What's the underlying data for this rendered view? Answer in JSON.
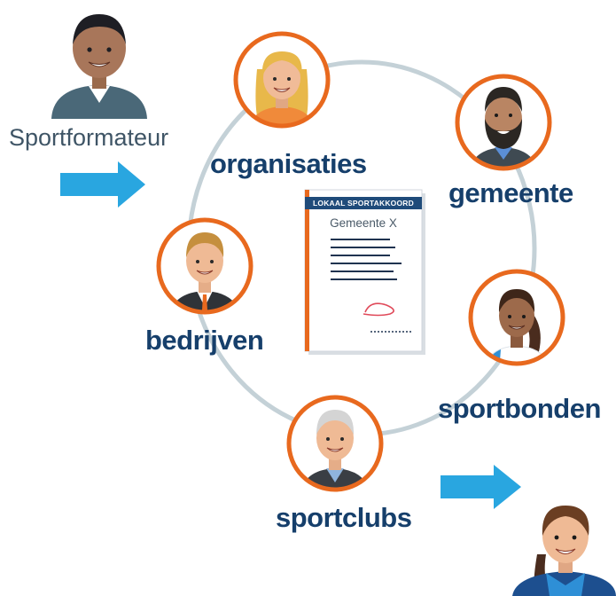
{
  "formateur": {
    "label": "Sportformateur"
  },
  "stakeholders": {
    "organisaties": "organisaties",
    "gemeente": "gemeente",
    "bedrijven": "bedrijven",
    "sportbonden": "sportbonden",
    "sportclubs": "sportclubs"
  },
  "document": {
    "header": "LOKAAL SPORTAKKOORD",
    "subtitle": "Gemeente X"
  },
  "colors": {
    "ring": "#e8691e",
    "label": "#163f6b",
    "arrow": "#29a6e0",
    "loop": "#c4d1d7",
    "doc_header": "#1f4b7a",
    "doc_accent": "#e8691e"
  }
}
